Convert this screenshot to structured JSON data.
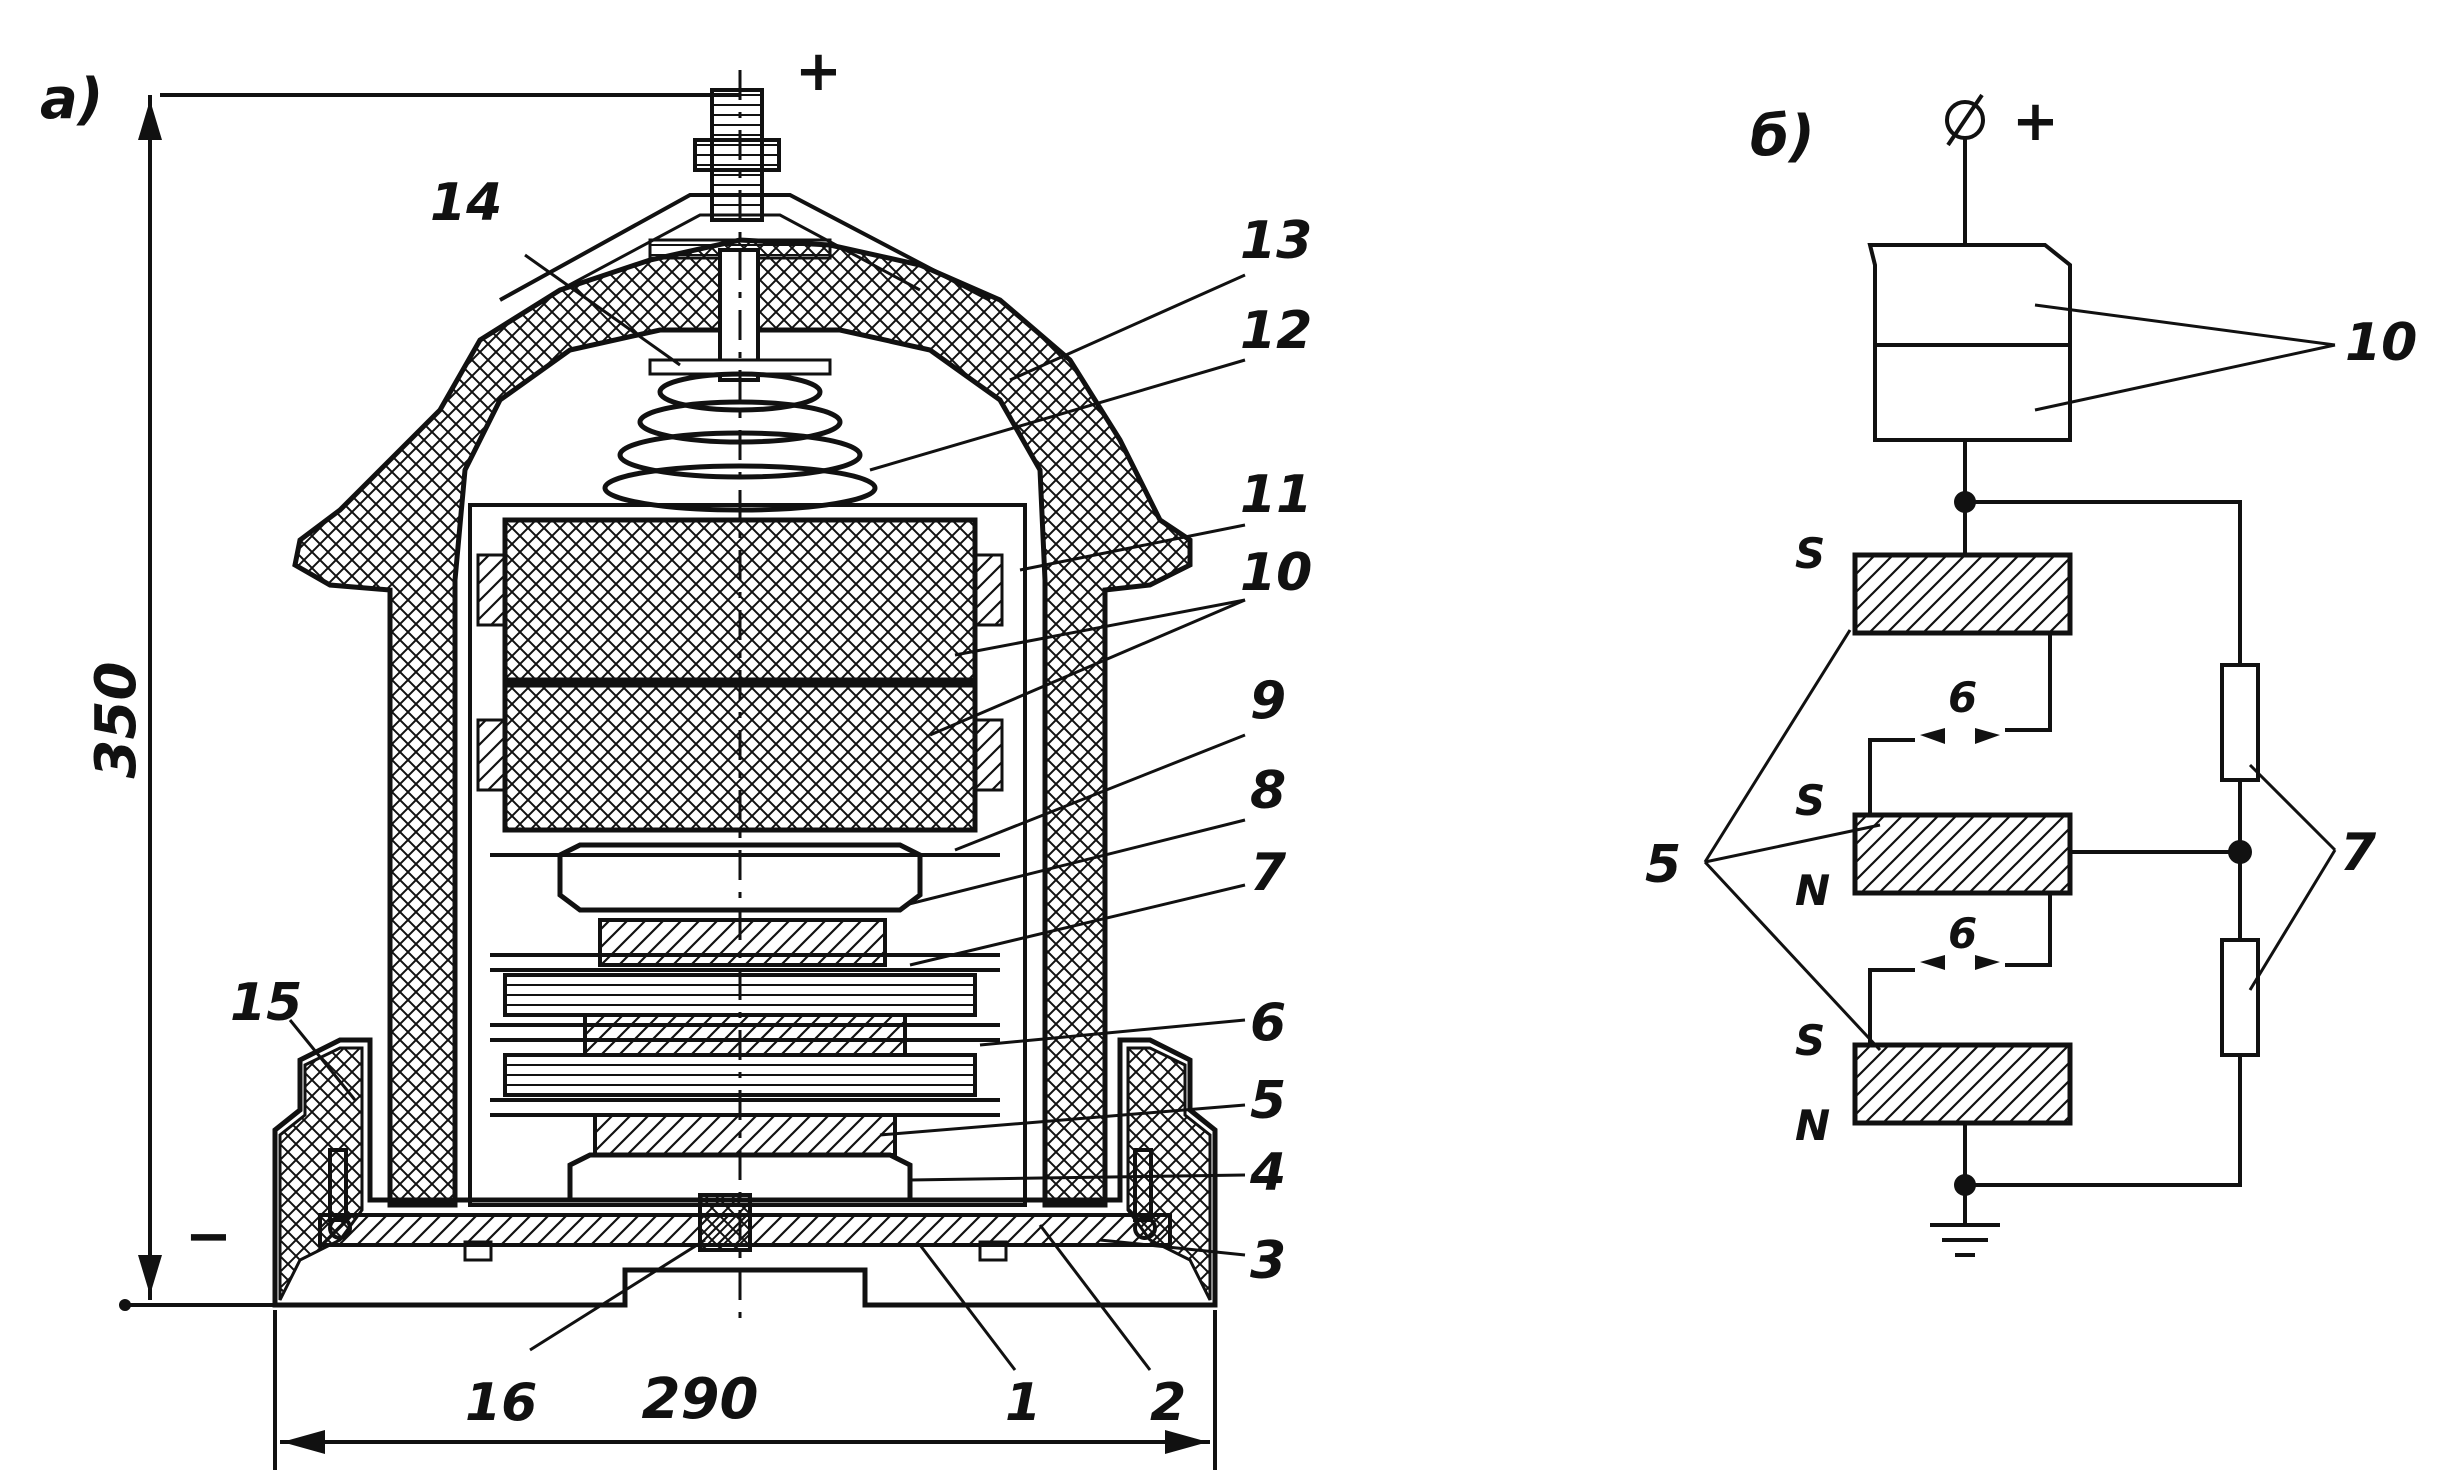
{
  "panel_a": {
    "panel_label": "a)",
    "polarity_plus": "+",
    "polarity_minus": "−",
    "dim_height": "350",
    "dim_width": "290",
    "part_labels": [
      "1",
      "2",
      "3",
      "4",
      "5",
      "6",
      "7",
      "8",
      "9",
      "10",
      "11",
      "12",
      "13",
      "14",
      "15",
      "16"
    ]
  },
  "panel_b": {
    "panel_label": "б)",
    "terminal_plus": "+",
    "label_10": "10",
    "label_5": "5",
    "label_7": "7",
    "gap_label_top": "6",
    "gap_label_bottom": "6",
    "poles": {
      "s_top": "S",
      "s_mid": "S",
      "n_mid": "N",
      "s_bot": "S",
      "n_bot": "N"
    }
  },
  "colors": {
    "ink": "#111111",
    "paper": "#ffffff"
  }
}
